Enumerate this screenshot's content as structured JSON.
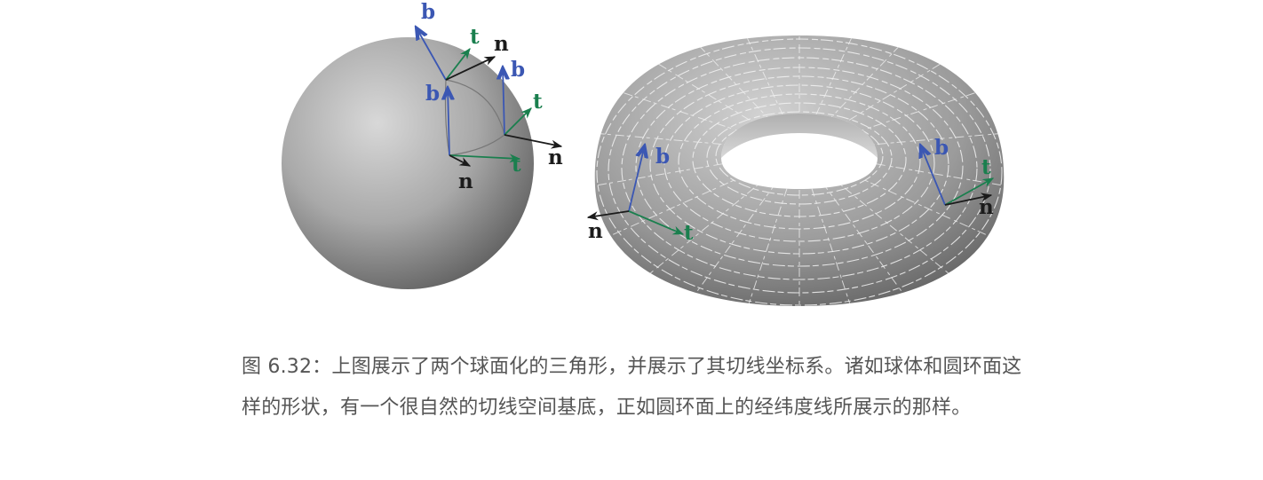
{
  "figure": {
    "labels": {
      "normal": "n",
      "tangent": "t",
      "bitangent": "b"
    },
    "colors": {
      "normal": "#1b1b1b",
      "tangent": "#1a7f4e",
      "bitangent": "#3b57b3"
    }
  },
  "caption": {
    "text": "图 6.32：上图展示了两个球面化的三角形，并展示了其切线坐标系。诸如球体和圆环面这样的形状，有一个很自然的切线空间基底，正如圆环面上的经纬度线所展示的那样。"
  }
}
